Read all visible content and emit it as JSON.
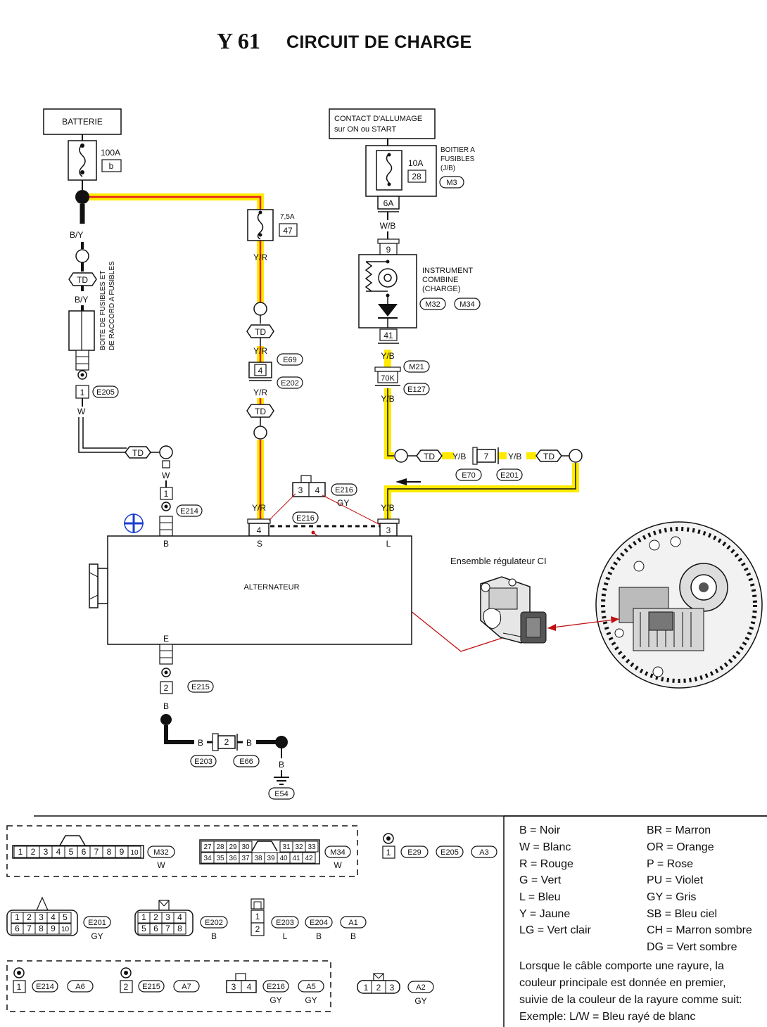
{
  "title": {
    "model": "Y 61",
    "name": "CIRCUIT DE CHARGE"
  },
  "components": {
    "battery": "BATTERIE",
    "ignition": [
      "CONTACT D'ALLUMAGE",
      "sur ON ou START"
    ],
    "fuse_box": [
      "BOITIER A",
      "FUSIBLES",
      "(J/B)"
    ],
    "fuse_box_conn": "M3",
    "fuse_100a": {
      "rating": "100A",
      "id": "b"
    },
    "fuse_75a": {
      "rating": "7,5A",
      "id": "47"
    },
    "fuse_10a": {
      "rating": "10A",
      "id": "28"
    },
    "instrument": [
      "INSTRUMENT",
      "COMBINE",
      "(CHARGE)"
    ],
    "instrument_conns": [
      "M32",
      "M34"
    ],
    "fusible_link_box": [
      "BOITE DE FUSIBLES ET",
      "DE RACCORD A FUSIBLES"
    ],
    "alternator": "ALTERNATEUR",
    "alternator_terminals": [
      "B",
      "S",
      "L",
      "E"
    ],
    "regulator_label": "Ensemble régulateur CI"
  },
  "wires": {
    "by": "B/Y",
    "yr": "Y/R",
    "wb": "W/B",
    "yb": "Y/B",
    "w": "W",
    "b": "B",
    "td": "TD",
    "gy": "GY"
  },
  "pins": {
    "j6a": "6A",
    "j9": "9",
    "j41": "41",
    "j70k": "70K",
    "j4": "4",
    "j7": "7",
    "j1": "1",
    "j3": "3",
    "j2": "2",
    "j34": [
      "3",
      "4"
    ]
  },
  "connectors": {
    "e69": "E69",
    "e202": "E202",
    "m21": "M21",
    "e127": "E127",
    "e205": "E205",
    "e70": "E70",
    "e201": "E201",
    "e216": "E216",
    "e214": "E214",
    "e215": "E215",
    "e203": "E203",
    "e66": "E66",
    "e54": "E54"
  },
  "connector_views": {
    "m32": {
      "id": "M32",
      "color": "W",
      "pins": [
        "1",
        "2",
        "3",
        "4",
        "5",
        "6",
        "7",
        "8",
        "9",
        "10"
      ]
    },
    "m34": {
      "id": "M34",
      "color": "W",
      "pins_top": [
        "27",
        "28",
        "29",
        "30",
        "31",
        "32",
        "33"
      ],
      "pins_bottom": [
        "34",
        "35",
        "36",
        "37",
        "38",
        "39",
        "40",
        "41",
        "42"
      ]
    },
    "single1": {
      "pin": "1",
      "ids": [
        "E29",
        "E205",
        "A3"
      ]
    },
    "e201": {
      "id": "E201",
      "color": "GY",
      "pins_top": [
        "1",
        "2",
        "3",
        "4",
        "5"
      ],
      "pins_bottom": [
        "6",
        "7",
        "8",
        "9",
        "10"
      ]
    },
    "e202": {
      "id": "E202",
      "color": "B",
      "pins_top": [
        "1",
        "2",
        "3",
        "4"
      ],
      "pins_bottom": [
        "5",
        "6",
        "7",
        "8"
      ]
    },
    "e203": {
      "ids": [
        "E203",
        "E204",
        "A1"
      ],
      "colors": [
        "L",
        "B",
        "B"
      ],
      "pins": [
        "1",
        "2"
      ]
    },
    "e214": {
      "pin": "1",
      "ids": [
        "E214",
        "A6"
      ]
    },
    "e215": {
      "pin": "2",
      "ids": [
        "E215",
        "A7"
      ]
    },
    "e216": {
      "pins": [
        "3",
        "4"
      ],
      "ids": [
        "E216",
        "A5"
      ],
      "colors": [
        "GY",
        "GY"
      ]
    },
    "a2": {
      "pins": [
        "1",
        "2",
        "3"
      ],
      "id": "A2",
      "color": "GY"
    }
  },
  "legend": {
    "left": [
      "B = Noir",
      "W = Blanc",
      "R = Rouge",
      "G = Vert",
      "L = Bleu",
      "Y = Jaune",
      "LG = Vert clair"
    ],
    "right": [
      "BR = Marron",
      "OR = Orange",
      "P = Rose",
      "PU = Violet",
      "GY = Gris",
      "SB = Bleu ciel",
      "CH = Marron sombre",
      "DG = Vert sombre"
    ],
    "note": [
      "Lorsque le câble comporte une rayure, la",
      "couleur principale est donnée en premier,",
      "suivie de la couleur de la rayure comme suit:",
      "Exemple: L/W = Bleu rayé de blanc"
    ]
  },
  "colors": {
    "highlight_yellow": "#ffea00",
    "highlight_red": "#e32020",
    "annotation_red": "#c01010",
    "plus_marker": "#1a3fd0"
  }
}
